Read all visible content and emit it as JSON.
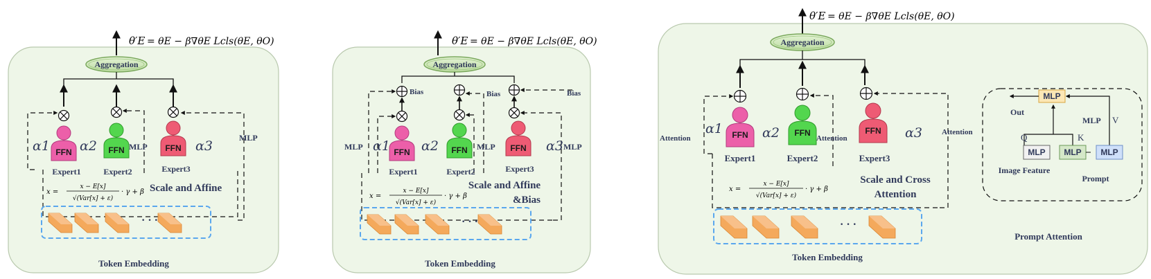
{
  "colors": {
    "panel_fill": "#eef6e8",
    "panel_stroke": "#b9c9ae",
    "aggregation_fill": "#cfe8b6",
    "aggregation_stroke": "#7aa85c",
    "expert1": "#ec5fa9",
    "expert2": "#53d64e",
    "expert3": "#ee5b74",
    "token": "#f4a95c",
    "token_box": "#5aa7ee",
    "label": "#30395a",
    "theta_red": "#e02020"
  },
  "common": {
    "aggregation": "Aggregation",
    "ffn": "FFN",
    "expert1": "Expert1",
    "expert2": "Expert2",
    "expert3": "Expert3",
    "alpha1": "α1",
    "alpha2": "α2",
    "alpha3": "α3",
    "token_embedding": "Token Embedding",
    "ellipsis": "· · ·",
    "theta_prime": "θ′E",
    "update_rule": "= θE − β∇θE Lcls(θE, θO)",
    "norm_formula_lhs": "x =",
    "norm_formula_num": "x − E[x]",
    "norm_formula_den": "√(Var[x] + ε)",
    "norm_formula_rhs": "· γ + β"
  },
  "panel1": {
    "method_label": "Scale and Affine",
    "mlp_inner": "MLP",
    "mlp_outer": "MLP"
  },
  "panel2": {
    "method_label_line1": "Scale and Affine",
    "method_label_line2": "&Bias",
    "mlp_left": "MLP",
    "mlp_inner": "MLP",
    "mlp_outer": "MLP",
    "bias1": "Bias",
    "bias2": "Bias",
    "bias3": "Bias"
  },
  "panel3": {
    "method_label_line1": "Scale and Cross",
    "method_label_line2": "Attention",
    "attention_left": "Attention",
    "attention_inner": "Attention",
    "attention_right": "Attention"
  },
  "prompt_attention": {
    "title": "Prompt Attention",
    "mlp_top": "MLP",
    "out": "Out",
    "mlp_label": "MLP",
    "v": "V",
    "q": "Q",
    "k": "K",
    "mlp_q": "MLP",
    "mlp_k": "MLP",
    "mlp_v": "MLP",
    "image_feature": "Image Feature",
    "prompt": "Prompt"
  }
}
